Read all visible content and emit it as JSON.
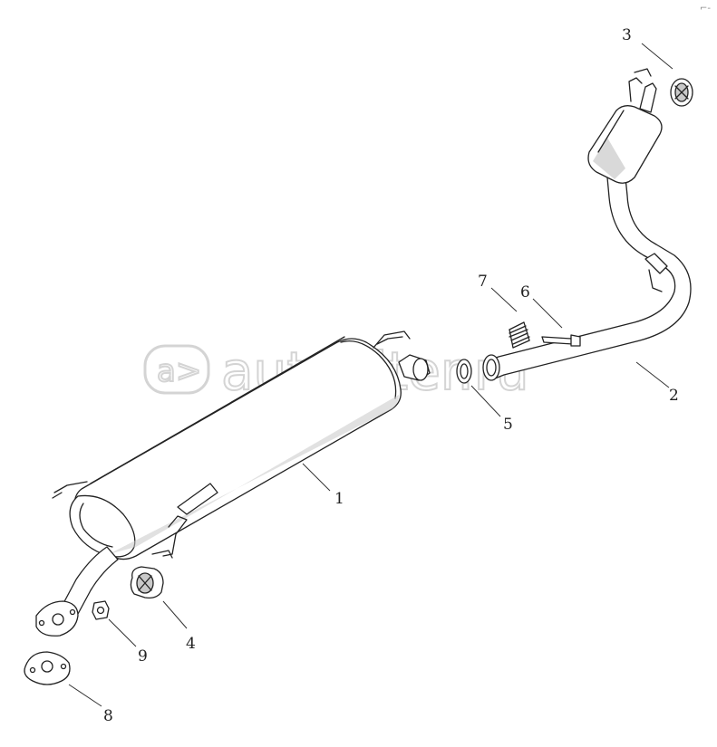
{
  "diagram": {
    "type": "exploded-parts-diagram",
    "parts": [
      {
        "id": "1",
        "label": "1",
        "component": "rear-muffler"
      },
      {
        "id": "2",
        "label": "2",
        "component": "front-exhaust-pipe-with-resonator"
      },
      {
        "id": "3",
        "label": "3",
        "component": "rubber-hanger"
      },
      {
        "id": "4",
        "label": "4",
        "component": "rubber-hanger"
      },
      {
        "id": "5",
        "label": "5",
        "component": "sealing-ring"
      },
      {
        "id": "6",
        "label": "6",
        "component": "bolt"
      },
      {
        "id": "7",
        "label": "7",
        "component": "spring"
      },
      {
        "id": "8",
        "label": "8",
        "component": "gasket"
      },
      {
        "id": "9",
        "label": "9",
        "component": "nut"
      }
    ]
  },
  "watermark": {
    "logo_icon": "autopiter-logo-icon",
    "text": "autopiter.ru"
  },
  "corner_mark": "⌐-"
}
